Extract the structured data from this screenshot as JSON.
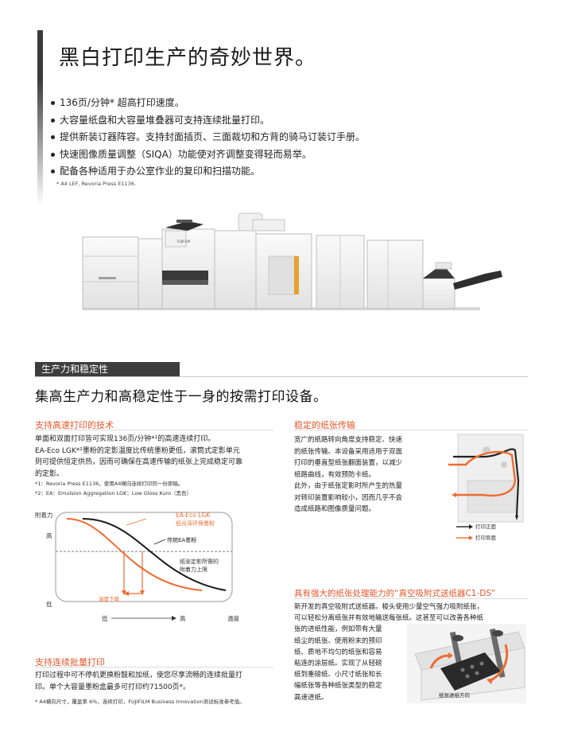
{
  "hero": {
    "title": "黑白打印生产的奇妙世界。",
    "bullets": [
      "136页/分钟* 超高打印速度。",
      "大容量纸盘和大容量堆叠器可支持连续批量打印。",
      "提供新装订器阵容。支持封面插页、三面裁切和方背的骑马订装订手册。",
      "快速图像质量调整（SIQA）功能使对齐调整变得轻而易举。",
      "配备各种适用于办公室作业的复印和扫描功能。"
    ],
    "footnote": "* A4 LEF, Revoria Press E1136.",
    "brand_label": "FUJIFILM"
  },
  "section": {
    "label": "生产力和稳定性",
    "headline": "集高生产力和高稳定性于一身的按需打印设备。"
  },
  "tech": {
    "heading": "支持高速打印的技术",
    "lines": [
      "单面和双面打印皆可实现136页/分钟*¹的高速连续打印。",
      "EA-Eco LGK*²墨粉的定影温度比传统墨粉更低，滚筒式定影单元",
      "则可提供恒定供热，因而可确保在高速传输的纸张上完成稳定可靠",
      "的定影。"
    ],
    "notes": [
      "*1：Revoria Press E1136，使用A4横向连续打印同一份原稿。",
      "*2：EA：Emulsion Aggregation LGK：Low Gloss Kuro（黑色）"
    ]
  },
  "chart": {
    "ylabel": "附着力",
    "y_high": "高",
    "y_low": "低",
    "x_low": "低",
    "x_high": "高",
    "xlabel": "温度",
    "eco_name": "EA-Eco LGK",
    "eco_desc": "低光泽环保墨粉",
    "trad_name": "传统EA墨粉",
    "limit_lines": [
      "纸张定影所需的",
      "附着力上限"
    ],
    "drop_label": "温度下降",
    "colors": {
      "eco": "#ee6b2f",
      "trad": "#1a1a1a",
      "frame": "#9a9a9a"
    }
  },
  "batch": {
    "heading": "支持连续批量打印",
    "lines": [
      "打印过程中可不停机更换粉鼓和加纸，使您尽享流畅的连续批量打",
      "印。单个大容量墨粉盒最多可打印约71500页*。"
    ],
    "note": "* A4横向尺寸，覆盖率 6%，连续打印，FUJIFILM Business Innovation测试标准参考值。"
  },
  "paper": {
    "heading": "稳定的纸张传输",
    "lines": [
      "宽广的纸路转向角度支持稳定、快速",
      "的纸张传输。本设备采用适用于双面",
      "打印的垂直型纸张翻面装置，以减少",
      "纸路曲线，有效预防卡纸。",
      "此外，由于纸张定影时所产生的热量",
      "对转印装置影响较小，因而几乎不会",
      "造成纸路和图像质量问题。"
    ],
    "legend_front": "打印正面",
    "legend_back": "打印背面"
  },
  "feeder": {
    "heading": "具有强大的纸张处理能力的“真空吸附式送纸器C1-DS”",
    "lines": [
      "新开发的真空吸附式送纸器。梭头使用少量空气强力吸附纸张，",
      "可以轻松分离纸张并有效地输送每张纸。这甚至可以改善各种纸",
      "张的进纸性能，例如带有大量",
      "纸尘的纸张、使用粉末的预印",
      "纸、质地不均匀的纸张和容易",
      "粘连的涂层纸。实现了从轻磅",
      "纸到重磅纸、小尺寸纸张和长",
      "幅纸张等各种纸张类型的稳定",
      "高速进纸。"
    ],
    "caption": "纸张进纸方向"
  }
}
